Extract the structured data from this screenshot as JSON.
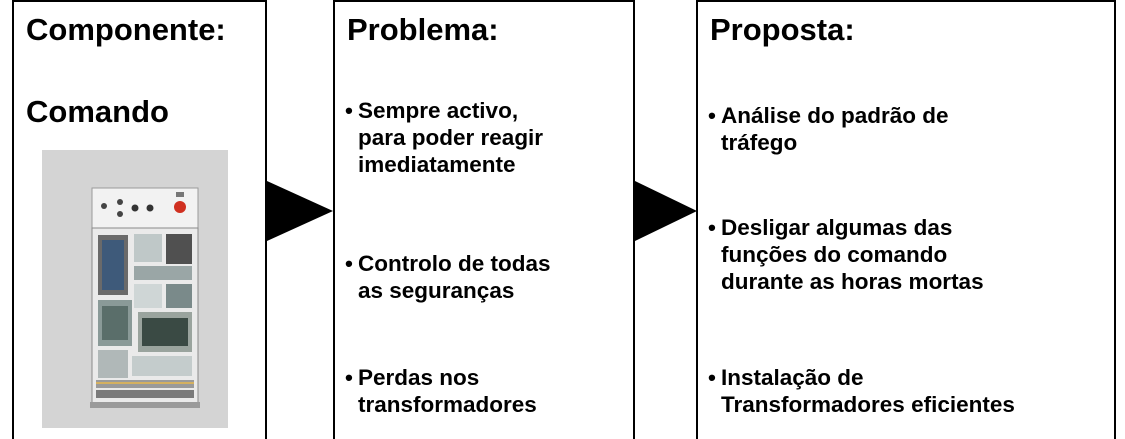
{
  "componente": {
    "heading": "Componente:",
    "name": "Comando",
    "image": "elevator-control-cabinet"
  },
  "problema": {
    "heading": "Problema:",
    "bullets": [
      "Sempre activo,\npara poder reagir\nimediatamente",
      "Controlo de todas\nas seguranças",
      "Perdas nos\ntransformadores"
    ]
  },
  "proposta": {
    "heading": "Proposta:",
    "bullets": [
      "Análise do padrão de\ntráfego",
      "Desligar algumas das\nfunções do comando\ndurante as horas mortas",
      "Instalação de\nTransformadores eficientes"
    ]
  },
  "bullet_glyph": "•",
  "colors": {
    "border": "#000000",
    "background": "#ffffff",
    "arrow": "#000000"
  }
}
